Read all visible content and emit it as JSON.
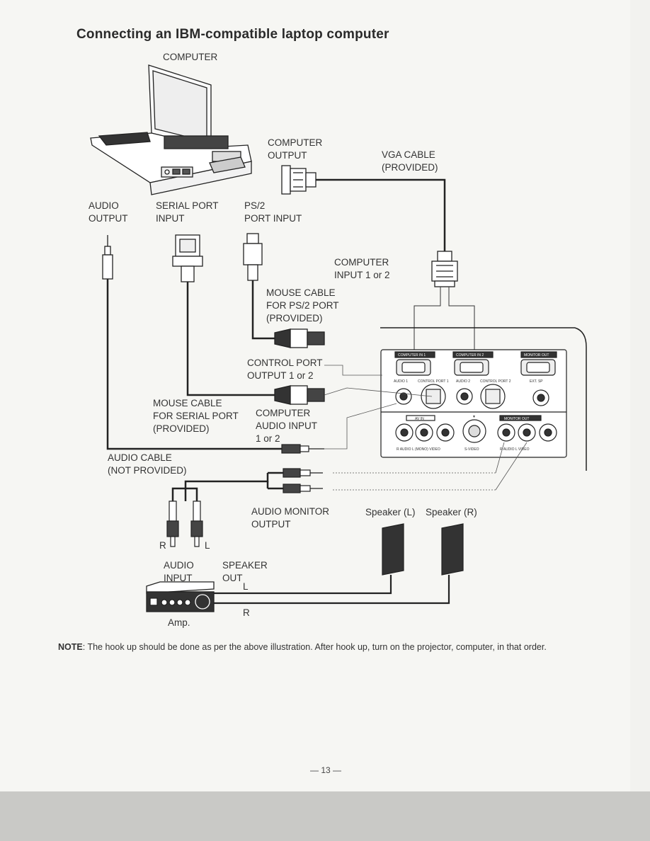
{
  "page": {
    "title": "Connecting an IBM-compatible laptop computer",
    "page_number": "— 13 —"
  },
  "labels": {
    "computer": "COMPUTER",
    "computer_output": "COMPUTER\nOUTPUT",
    "vga_cable": "VGA CABLE\n(PROVIDED)",
    "audio_output": "AUDIO\nOUTPUT",
    "serial_port_input": "SERIAL PORT\nINPUT",
    "ps2_port_input": "PS/2\nPORT INPUT",
    "computer_input": "COMPUTER\nINPUT 1 or 2",
    "mouse_cable_ps2": "MOUSE CABLE\nFOR PS/2 PORT\n(PROVIDED)",
    "control_port_output": "CONTROL PORT\nOUTPUT 1 or 2",
    "mouse_cable_serial": "MOUSE CABLE\nFOR SERIAL PORT\n(PROVIDED)",
    "computer_audio_input": "COMPUTER\nAUDIO INPUT\n1 or 2",
    "audio_cable": "AUDIO CABLE\n(NOT PROVIDED)",
    "audio_monitor_output": "AUDIO MONITOR\nOUTPUT",
    "speaker_l": "Speaker (L)",
    "speaker_r": "Speaker (R)",
    "r": "R",
    "l": "L",
    "audio_input": "AUDIO\nINPUT",
    "speaker_out": "SPEAKER\nOUT",
    "speaker_l_line": "L",
    "speaker_r_line": "R",
    "amp": "Amp."
  },
  "panel": {
    "computer_in_1": "COMPUTER IN 1",
    "computer_in_2": "COMPUTER IN 2",
    "monitor_out": "MONITOR OUT",
    "audio_1": "AUDIO 1",
    "control_port_1": "CONTROL PORT 1",
    "audio_2": "AUDIO 2",
    "control_port_2": "CONTROL PORT 2",
    "ext_sp": "EXT. SP",
    "av_in": "AV IN",
    "monitor_out_2": "MONITOR OUT",
    "r_audio_l_video": "R  AUDIO  L (MONO)  VIDEO",
    "s_video": "S-VIDEO",
    "r_audio_l_video_2": "R  AUDIO  L    VIDEO"
  },
  "note": {
    "label": "NOTE",
    "text": ": The hook up should be done as per the above illustration. After hook up, turn on the projector, computer, in that order."
  }
}
